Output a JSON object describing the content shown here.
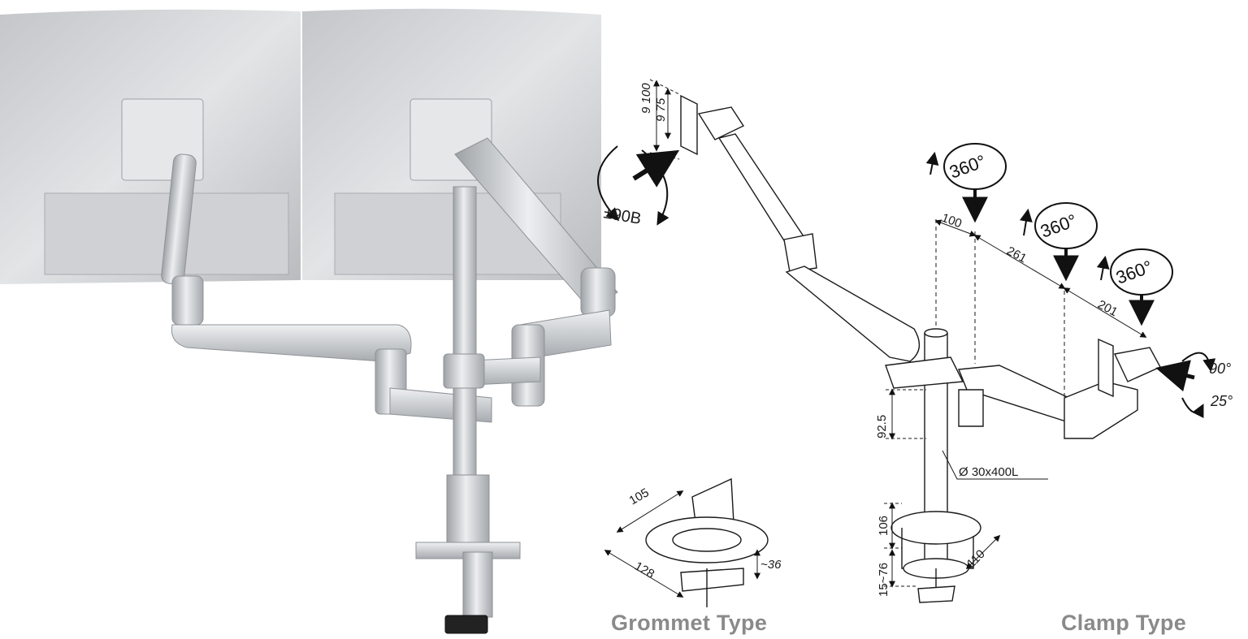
{
  "captions": {
    "grommet": "Grommet Type",
    "clamp": "Clamp Type"
  },
  "dimensions": {
    "vesa_100": "9 100",
    "vesa_75": "9 75",
    "tilt": "±90B",
    "rotate_360": "360°",
    "seg_100": "100",
    "seg_261": "261",
    "seg_201": "201",
    "swivel_90": "90°",
    "swivel_25": "25°",
    "height_92_5": "92.5",
    "pole": "Ø 30x400L",
    "grommet_105": "105",
    "grommet_128": "128",
    "grommet_36": "~36",
    "clamp_106": "106",
    "clamp_15_76": "15~76",
    "clamp_110": "110"
  },
  "colors": {
    "caption": "#8a8a8a",
    "metal": "#c9ccd0",
    "line": "#1a1a1a"
  }
}
